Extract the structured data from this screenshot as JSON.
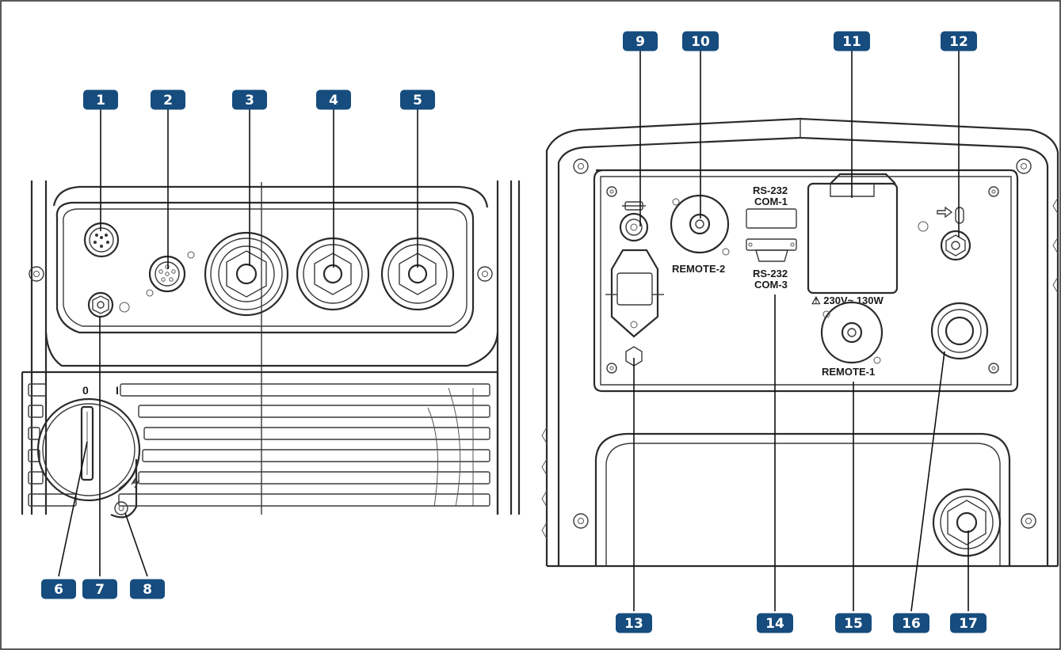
{
  "callouts": [
    {
      "id": "callout-1",
      "text": "1"
    },
    {
      "id": "callout-2",
      "text": "2"
    },
    {
      "id": "callout-3",
      "text": "3"
    },
    {
      "id": "callout-4",
      "text": "4"
    },
    {
      "id": "callout-5",
      "text": "5"
    },
    {
      "id": "callout-6",
      "text": "6"
    },
    {
      "id": "callout-7",
      "text": "7"
    },
    {
      "id": "callout-8",
      "text": "8"
    },
    {
      "id": "callout-9",
      "text": "9"
    },
    {
      "id": "callout-10",
      "text": "10"
    },
    {
      "id": "callout-11",
      "text": "11"
    },
    {
      "id": "callout-12",
      "text": "12"
    },
    {
      "id": "callout-13",
      "text": "13"
    },
    {
      "id": "callout-14",
      "text": "14"
    },
    {
      "id": "callout-15",
      "text": "15"
    },
    {
      "id": "callout-16",
      "text": "16"
    },
    {
      "id": "callout-17",
      "text": "17"
    }
  ],
  "panel_labels": {
    "rs232_com1_line1": "RS-232",
    "rs232_com1_line2": "COM-1",
    "rs232_com3_line1": "RS-232",
    "rs232_com3_line2": "COM-3",
    "remote_2": "REMOTE-2",
    "remote_1": "REMOTE-1",
    "power_rating": "⚠ 230V~ 130W",
    "switch_off": "0",
    "switch_on": "I"
  },
  "colors": {
    "badge": "#164c7e",
    "badge_text": "#ffffff",
    "line_art": "#2b2b2b"
  }
}
